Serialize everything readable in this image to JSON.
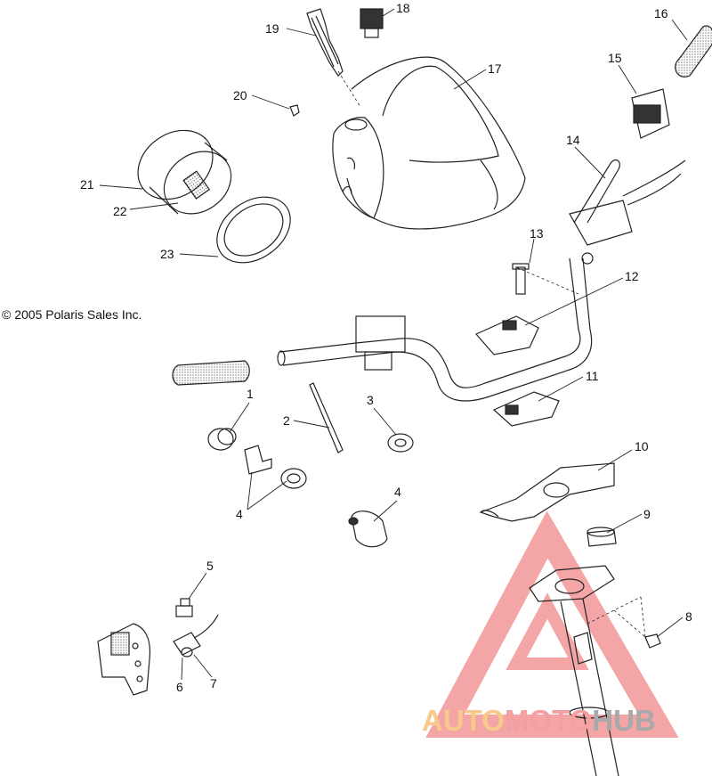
{
  "copyright": "© 2005 Polaris Sales Inc.",
  "watermark": {
    "part1": "AUTO",
    "part2": "MOTO",
    "part3": "HUB"
  },
  "callouts": {
    "c1": "1",
    "c2": "2",
    "c3": "3",
    "c4a": "4",
    "c4b": "4",
    "c5": "5",
    "c6": "6",
    "c7": "7",
    "c8": "8",
    "c9": "9",
    "c10": "10",
    "c11": "11",
    "c12": "12",
    "c13": "13",
    "c14": "14",
    "c15": "15",
    "c16": "16",
    "c17": "17",
    "c18": "18",
    "c19": "19",
    "c20": "20",
    "c21": "21",
    "c22": "22",
    "c23": "23"
  },
  "colors": {
    "line": "#222222",
    "watermark_triangle": "#f08080",
    "watermark_auto": "#f7c98a",
    "watermark_hub": "#a9a9a9"
  }
}
